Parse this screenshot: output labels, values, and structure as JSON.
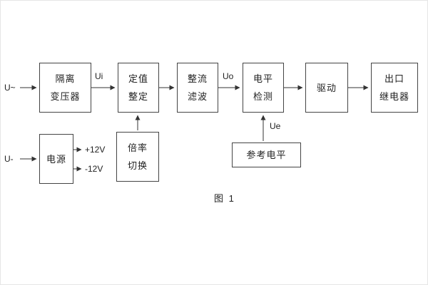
{
  "figure": {
    "caption": "图 1",
    "inputs": {
      "ac": "U~",
      "dc": "U-"
    },
    "signal_labels": {
      "ui": "Ui",
      "uo": "Uo",
      "ue": "Ue",
      "plus12": "+12V",
      "minus12": "-12V"
    },
    "blocks": {
      "isolation_transformer": {
        "line1": "隔离",
        "line2": "变压器"
      },
      "setting_adjust": {
        "line1": "定值",
        "line2": "整定"
      },
      "rectify_filter": {
        "line1": "整流",
        "line2": "滤波"
      },
      "level_detect": {
        "line1": "电平",
        "line2": "检测"
      },
      "drive": {
        "line1": "驱动"
      },
      "output_relay": {
        "line1": "出口",
        "line2": "继电器"
      },
      "power_supply": {
        "line1": "电源"
      },
      "ratio_switch": {
        "line1": "倍率",
        "line2": "切换"
      },
      "reference_level": {
        "line1": "参考电平"
      }
    },
    "colors": {
      "line": "#333333",
      "text": "#222222",
      "background": "#ffffff"
    }
  }
}
